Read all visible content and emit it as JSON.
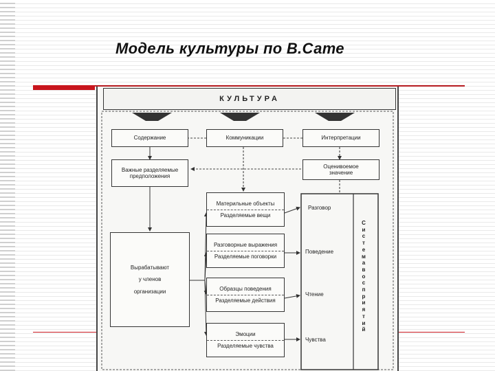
{
  "slide": {
    "title": "Модель культуры по В.Сате"
  },
  "diagram": {
    "top": "КУЛЬТУРА",
    "columns": [
      "Содержание",
      "Коммуникации",
      "Интерпретации"
    ],
    "content_box": "Важные разделяемые предположения",
    "interp_box": "Оценивоемое значение",
    "left_big_box": [
      "Вырабатывают",
      "у членов",
      "организации"
    ],
    "comm_pairs": [
      {
        "top": "Материльные объекты",
        "bottom": "Разделяемые вещи"
      },
      {
        "top": "Разговорные выражения",
        "bottom": "Разделяемые поговорки"
      },
      {
        "top": "Образцы поведения",
        "bottom": "Разделяемые действия"
      },
      {
        "top": "Эмоции",
        "bottom": "Разделяемые чувства"
      }
    ],
    "right_labels": [
      "Разговор",
      "Поведение",
      "Чтение",
      "Чувства"
    ],
    "perception_system": "Система восприятий"
  },
  "colors": {
    "accent_red": "#c8151d",
    "ink": "#222222"
  }
}
